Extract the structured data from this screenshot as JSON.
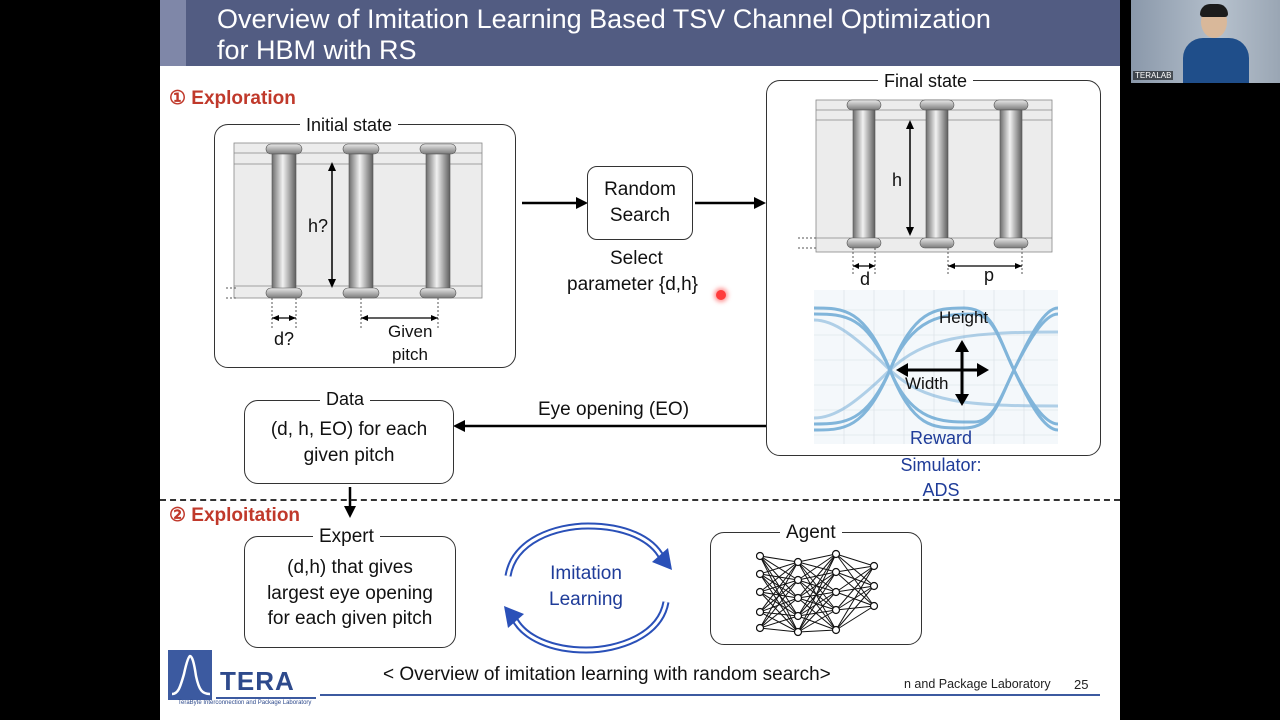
{
  "slide": {
    "title_line1": "Overview of Imitation Learning Based TSV Channel Optimization",
    "title_line2": "for HBM with RS",
    "exploration": "① Exploration",
    "exploitation": "② Exploitation",
    "initial_state": "Initial state",
    "h_unknown": "h?",
    "d_unknown": "d?",
    "given": "Given",
    "pitch": "pitch",
    "random": "Random",
    "search": "Search",
    "select": "Select",
    "parameter": "parameter {d,h}",
    "final_state": "Final state",
    "h": "h",
    "d": "d",
    "p": "p",
    "height": "Height",
    "width": "Width",
    "reward": "Reward",
    "simulator": "Simulator:",
    "ads": "ADS",
    "eye_opening": "Eye opening (EO)",
    "data_title": "Data",
    "data_line1": "(d, h, EO) for each",
    "data_line2": "given pitch",
    "expert_title": "Expert",
    "expert_line1": "(d,h) that gives",
    "expert_line2": "largest eye opening",
    "expert_line3": "for each given pitch",
    "imitation": "Imitation",
    "learning": "Learning",
    "agent_title": "Agent",
    "caption": "< Overview of imitation learning with random search>",
    "logo_text": "TERA",
    "logo_sub": "TeraByte Interconnection and Package Laboratory",
    "footer_lab": "n and Package Laboratory",
    "page_number": "25"
  },
  "webcam": {
    "label": "TERALAB"
  },
  "colors": {
    "title_bar": "#525c82",
    "section_red": "#c0392b",
    "reward_blue": "#1f3c99",
    "cycle_blue": "#2a50b8"
  }
}
